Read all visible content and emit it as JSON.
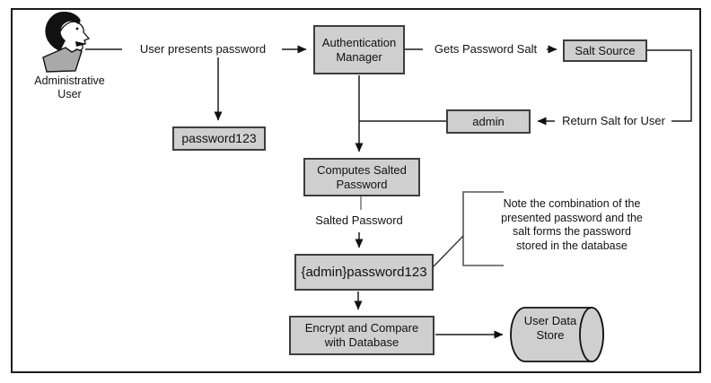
{
  "actor": {
    "label": "Administrative User"
  },
  "nodes": {
    "auth_manager": {
      "label": "Authentication Manager"
    },
    "salt_source": {
      "label": "Salt Source"
    },
    "password_box": {
      "label": "password123"
    },
    "admin_box": {
      "label": "admin"
    },
    "computes": {
      "label": "Computes Salted Password"
    },
    "salted_combo": {
      "label": "{admin}password123"
    },
    "encrypt": {
      "label": "Encrypt and Compare with Database"
    },
    "data_store": {
      "label": "User Data Store"
    }
  },
  "edge_labels": {
    "user_presents": "User presents password",
    "gets_salt": "Gets Password Salt",
    "return_salt": "Return Salt for User",
    "salted_password": "Salted Password"
  },
  "note": {
    "lines": [
      "Note the combination of the",
      "presented password and the",
      "salt forms the password",
      "stored in the database"
    ]
  },
  "colors": {
    "node_fill": "#cfcfcf",
    "node_border": "#3d3d3d",
    "line": "#1c1c1c",
    "collar": "#a9a9a9",
    "canvas_border": "#1c1c1c"
  }
}
